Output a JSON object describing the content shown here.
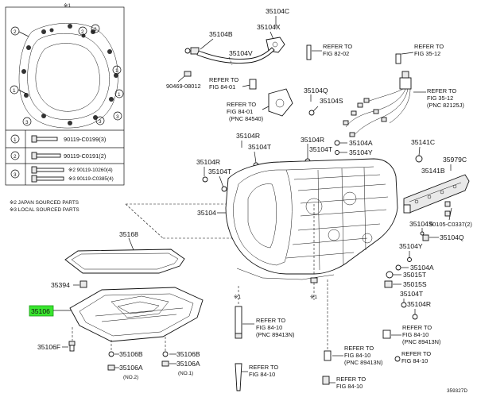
{
  "inset": {
    "mark": "※1",
    "rows": [
      {
        "num": "1",
        "part": "90119-C0199(3)"
      },
      {
        "num": "2",
        "part": "90119-C0191(2)"
      },
      {
        "num": "3",
        "part_a": "※2 90119-10260(4)",
        "part_b": "※3 90119-C0385(4)"
      }
    ],
    "callouts": [
      "1",
      "2",
      "3"
    ]
  },
  "notes": [
    "※2 JAPAN SOURCED PARTS",
    "※3 LOCAL SOURCED PARTS"
  ],
  "part_labels": {
    "p35104C": "35104C",
    "p35104X": "35104X",
    "p35104B": "35104B",
    "p35104V": "35104V",
    "p90469": "90469-08012",
    "p35104Q": "35104Q",
    "p35104S_a": "35104S",
    "p35104R_a": "35104R",
    "p35104T_a": "35104T",
    "p35104R_b": "35104R",
    "p35104T_b": "35104T",
    "p35104R_c": "35104R",
    "p35104T_c": "35104T",
    "p35104A_a": "35104A",
    "p35104Y": "35104Y",
    "p35104": "35104",
    "p35141C": "35141C",
    "p35141B": "35141B",
    "p35979C": "35979C",
    "p35104S_b": "35104S",
    "p90105": "90105-C0337(2)",
    "p35104Q_b": "35104Q",
    "p35104Y_b": "35104Y",
    "p35104A_b": "35104A",
    "p35015T": "35015T",
    "p35015S": "35015S",
    "p35104T_d": "35104T",
    "p35104R_d": "35104R",
    "p35168": "35168",
    "p35394": "35394",
    "p35106": "35106",
    "p35106F": "35106F",
    "p35106B_a": "35106B",
    "p35106A_a": "35106A",
    "p35106B_b": "35106B",
    "p35106A_b": "35106A",
    "no2": "(NO.2)",
    "no1": "(NO.1)",
    "mark1": "※1",
    "mark1b": "※1"
  },
  "refs": {
    "r1": [
      "REFER TO",
      "FIG 82-02"
    ],
    "r2": [
      "REFER TO",
      "FIG 35-12"
    ],
    "r3": [
      "REFER TO",
      "FIG 84-01"
    ],
    "r4": [
      "REFER TO",
      "FIG 84-01",
      "(PNC 84540)"
    ],
    "r5": [
      "REFER TO",
      "FIG 35-12",
      "(PNC 82125J)"
    ],
    "r6": [
      "REFER TO",
      "FIG 84-10",
      "(PNC 89413N)"
    ],
    "r7": [
      "REFER TO",
      "FIG 84-10",
      "(PNC 89413N)"
    ],
    "r8": [
      "REFER TO",
      "FIG 84-10",
      "(PNC 89413N)"
    ],
    "r9": [
      "REFER TO",
      "FIG 84-10"
    ],
    "r10": [
      "REFER TO",
      "FIG 84-10"
    ],
    "r11": [
      "REFER TO",
      "FIG 84-10"
    ]
  },
  "figure_id": "359327D",
  "highlight_color": "#39e62e"
}
